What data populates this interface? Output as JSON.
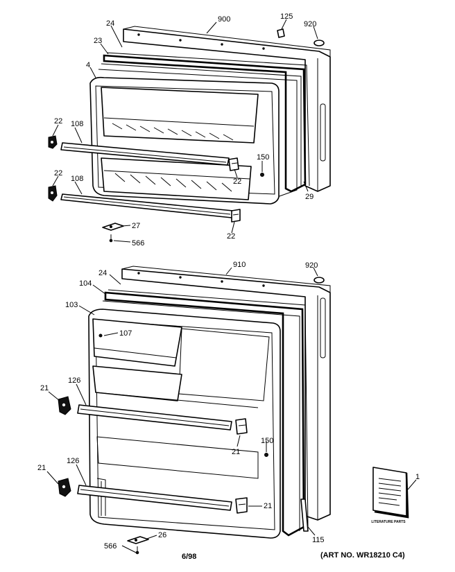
{
  "callouts": {
    "c900": "900",
    "c125": "125",
    "c920_top": "920",
    "c24_top": "24",
    "c23": "23",
    "c4": "4",
    "c22_a": "22",
    "c108_a": "108",
    "c22_b": "22",
    "c108_b": "108",
    "c150_top": "150",
    "c22_c": "22",
    "c29": "29",
    "c22_d": "22",
    "c27": "27",
    "c566_top": "566",
    "c910": "910",
    "c920_bot": "920",
    "c24_bot": "24",
    "c104": "104",
    "c103": "103",
    "c107": "107",
    "c21_a": "21",
    "c126_a": "126",
    "c150_bot": "150",
    "c21_b": "21",
    "c21_c": "21",
    "c126_b": "126",
    "c21_d": "21",
    "c1": "1",
    "c115": "115",
    "c26": "26",
    "c566_bot": "566"
  },
  "literature_label": "LITERATURE PARTS",
  "footer": {
    "date": "6/98",
    "art_no": "(ART NO. WR18210 C4)"
  }
}
